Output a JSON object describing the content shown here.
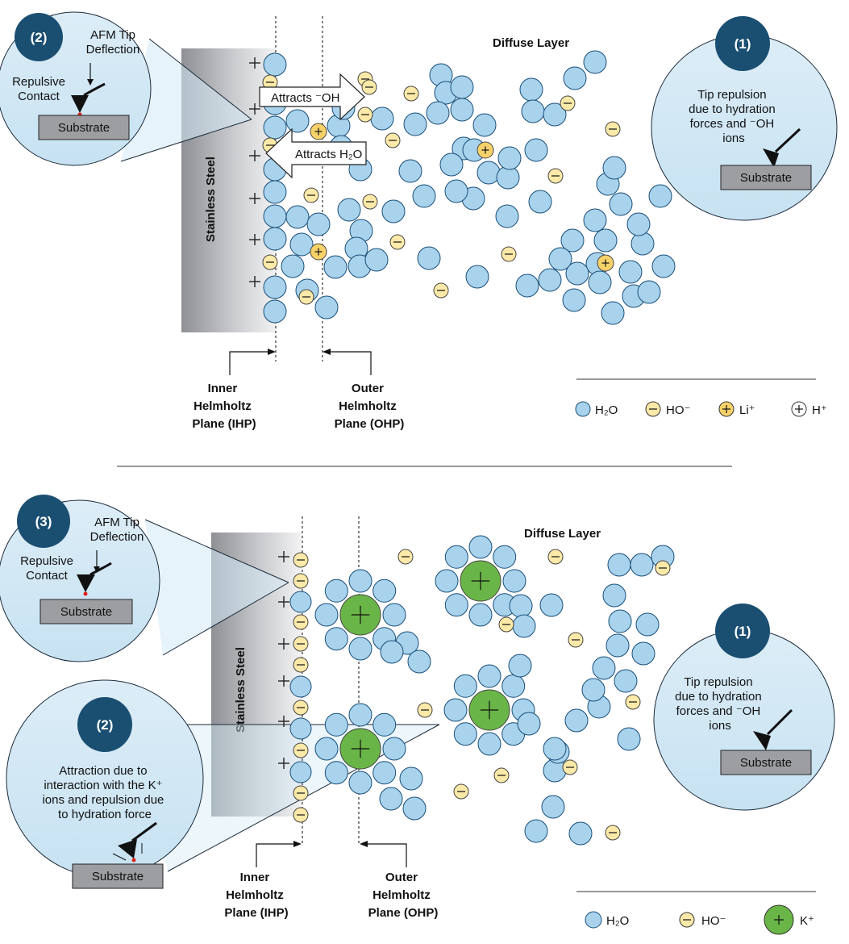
{
  "colors": {
    "water_fill": "#a9d3ec",
    "water_stroke": "#1a4f7a",
    "anion_fill": "#fde9a8",
    "li_fill": "#f7d26b",
    "k_fill": "#6ab547",
    "bubble_fill": "#d4eaf6",
    "badge_fill": "#1b4f72",
    "steel_dark": "#8e9095",
    "substrate_fill": "#9c9ea1",
    "tip_red": "#e2231a"
  },
  "top_panel": {
    "diffuse_layer": "Diffuse Layer",
    "stainless_steel": "Stainless Steel",
    "arrow_attracts_oh": "Attracts ⁻OH",
    "arrow_attracts_h2o": "Attracts H₂O",
    "ihp_label": [
      "Inner",
      "Helmholtz",
      "Plane (IHP)"
    ],
    "ohp_label": [
      "Outer",
      "Helmholtz",
      "Plane (OHP)"
    ],
    "callout_left": {
      "badge": "(2)",
      "deflection": [
        "AFM Tip",
        "Deflection"
      ],
      "contact": [
        "Repulsive",
        "Contact"
      ],
      "substrate": "Substrate"
    },
    "callout_right": {
      "badge": "(1)",
      "text": [
        "Tip repulsion",
        "due to hydration",
        "forces and ⁻OH",
        "ions"
      ],
      "substrate": "Substrate"
    },
    "legend": [
      {
        "icon": "water",
        "label": "H₂O"
      },
      {
        "icon": "anion",
        "label": "HO⁻"
      },
      {
        "icon": "li",
        "label": "Li⁺"
      },
      {
        "icon": "proton",
        "label": "H⁺"
      }
    ]
  },
  "bottom_panel": {
    "diffuse_layer": "Diffuse Layer",
    "stainless_steel": "Stainless Steel",
    "ihp_label": [
      "Inner",
      "Helmholtz",
      "Plane (IHP)"
    ],
    "ohp_label": [
      "Outer",
      "Helmholtz",
      "Plane (OHP)"
    ],
    "callout_top_left": {
      "badge": "(3)",
      "deflection": [
        "AFM Tip",
        "Deflection"
      ],
      "contact": [
        "Repulsive",
        "Contact"
      ],
      "substrate": "Substrate"
    },
    "callout_bottom_left": {
      "badge": "(2)",
      "text": [
        "Attraction due to",
        "interaction with the K⁺",
        "ions and repulsion due",
        "to hydration force"
      ],
      "substrate": "Substrate"
    },
    "callout_right": {
      "badge": "(1)",
      "text": [
        "Tip repulsion",
        "due to hydration",
        "forces and ⁻OH",
        "ions"
      ],
      "substrate": "Substrate"
    },
    "legend": [
      {
        "icon": "water",
        "label": "H₂O"
      },
      {
        "icon": "anion",
        "label": "HO⁻"
      },
      {
        "icon": "k",
        "label": "K⁺"
      }
    ]
  }
}
